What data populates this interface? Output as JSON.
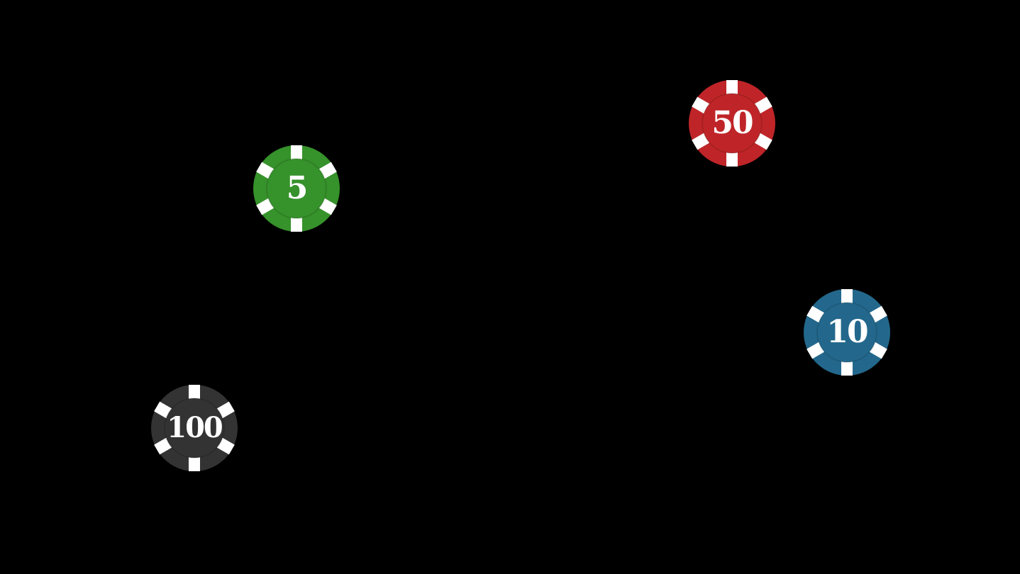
{
  "chips": [
    {
      "value": "5",
      "color": "#36922b"
    },
    {
      "value": "50",
      "color": "#bf2528"
    },
    {
      "value": "10",
      "color": "#23688c"
    },
    {
      "value": "100",
      "color": "#333333"
    }
  ]
}
